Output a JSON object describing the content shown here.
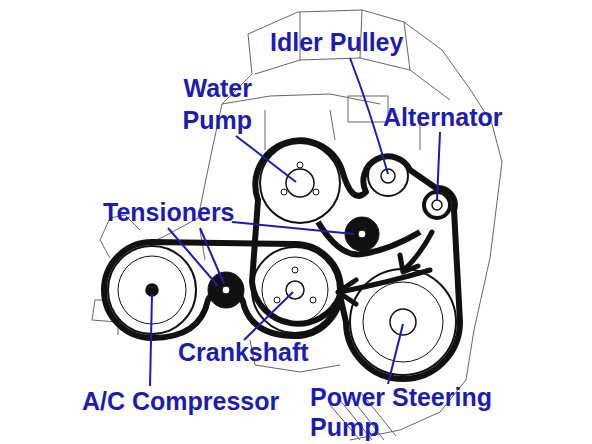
{
  "diagram": {
    "labels": [
      "Idler Pulley",
      "Water Pump",
      "Alternator",
      "Tensioners",
      "Crankshaft",
      "Power Steering Pump",
      "A/C Compressor"
    ]
  }
}
